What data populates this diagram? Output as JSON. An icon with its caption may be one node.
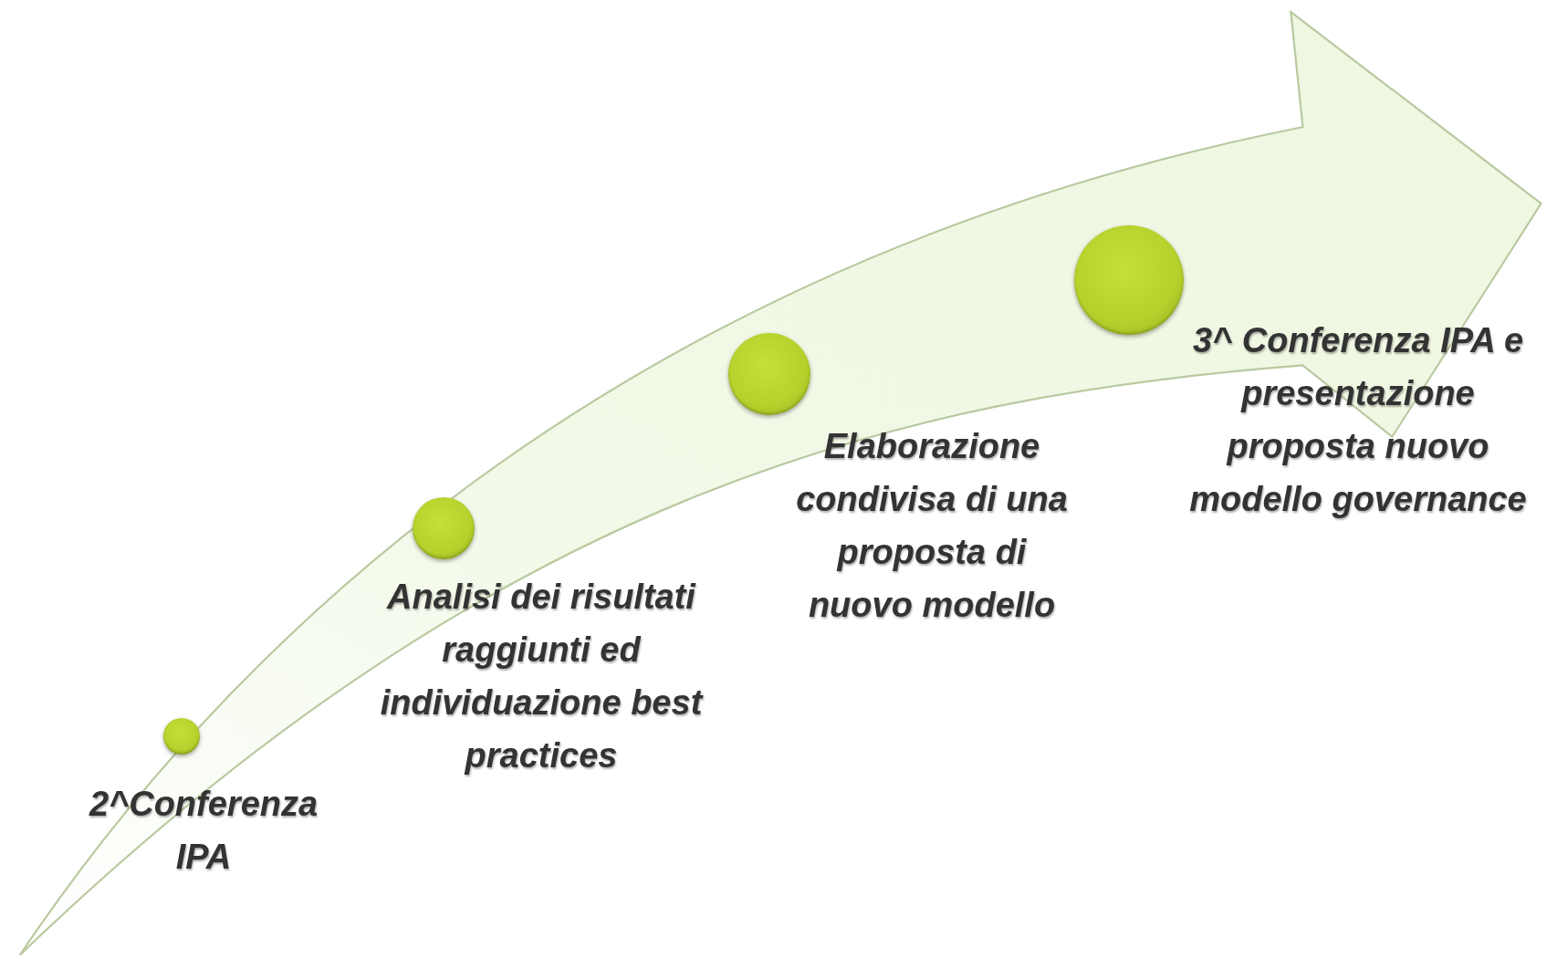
{
  "diagram": {
    "nodes": [
      {
        "text": [],
        "shape": "circle",
        "beside": [
          "2^Conferenza IPA"
        ]
      },
      {
        "text": [],
        "shape": "circle",
        "beside": [
          "Analisi dei risultati raggiunti ed individuazione best practices"
        ]
      },
      {
        "text": [],
        "shape": "circle",
        "beside": [
          "Elaborazione condivisa di una proposta di nuovo modello"
        ]
      },
      {
        "text": [],
        "shape": "circle",
        "beside": [
          "3^ Conferenza IPA e presentazione proposta nuovo modello governance"
        ]
      }
    ]
  }
}
